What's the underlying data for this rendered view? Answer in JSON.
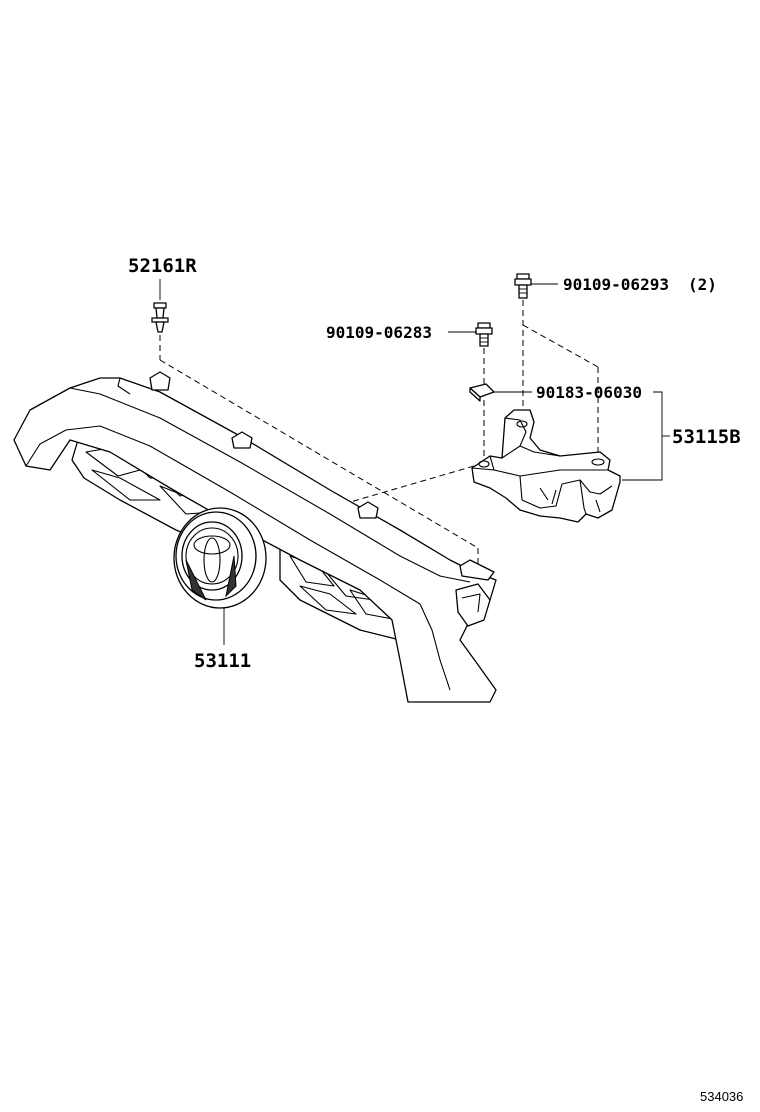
{
  "parts": {
    "clip_52161R": {
      "number": "52161R"
    },
    "bolt_a": {
      "number": "90109-06293",
      "qty": "(2)"
    },
    "bolt_b": {
      "number": "90109-06283"
    },
    "nut": {
      "number": "90183-06030"
    },
    "bracket_assy": {
      "number": "53115B"
    },
    "grille": {
      "number": "53111"
    }
  },
  "footer": {
    "illustration_code": "534036"
  }
}
